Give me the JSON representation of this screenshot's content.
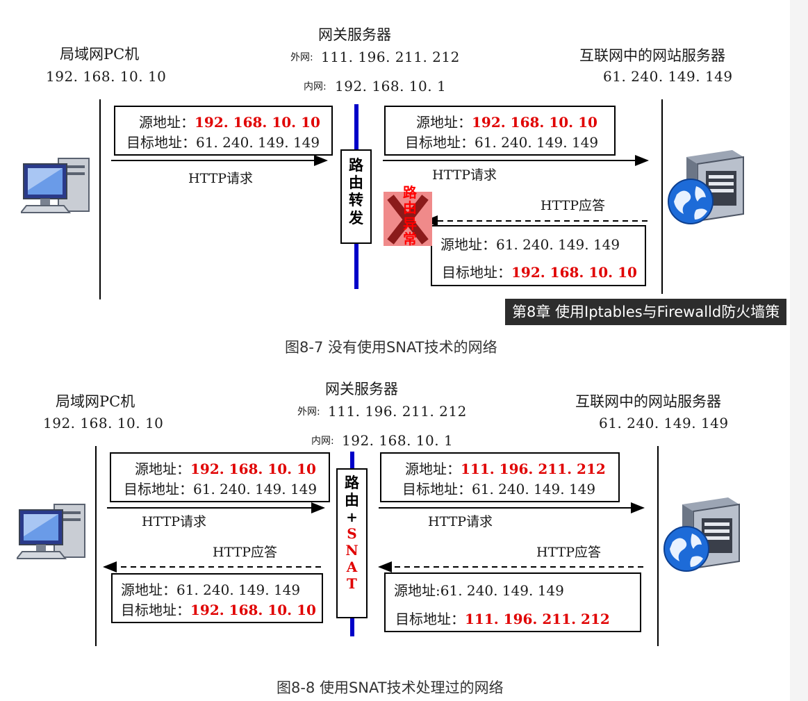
{
  "fig1": {
    "pc_title": "局域网PC机",
    "pc_ip": "192. 168. 10. 10",
    "gw_title": "网关服务器",
    "gw_wan_label": "外网:",
    "gw_wan_ip": "111. 196. 211. 212",
    "gw_lan_label": "内网:",
    "gw_lan_ip": "192. 168. 10. 1",
    "web_title": "互联网中的网站服务器",
    "web_ip": "61. 240. 149. 149",
    "box_left": {
      "src_label": "源地址：",
      "src": "192. 168. 10. 10",
      "dst_label": "目标地址：",
      "dst": "61. 240. 149. 149"
    },
    "box_right_top": {
      "src_label": "源地址：",
      "src": "192. 168. 10. 10",
      "dst_label": "目标地址：",
      "dst": "61. 240. 149. 149"
    },
    "box_right_bottom": {
      "src_label": "源地址：",
      "src": "61. 240. 149. 149",
      "dst_label": "目标地址：",
      "dst": "192. 168. 10. 10"
    },
    "req_left": "HTTP请求",
    "req_right": "HTTP请求",
    "resp_right": "HTTP应答",
    "route_chars": [
      "路",
      "由",
      "转",
      "发"
    ],
    "error_chars": [
      "路",
      "由",
      "异",
      "常"
    ],
    "caption": "图8-7  没有使用SNAT技术的网络"
  },
  "watermark": "第8章 使用Iptables与Firewalld防火墙策",
  "fig2": {
    "pc_title": "局域网PC机",
    "pc_ip": "192. 168. 10. 10",
    "gw_title": "网关服务器",
    "gw_wan_label": "外网:",
    "gw_wan_ip": "111. 196. 211. 212",
    "gw_lan_label": "内网:",
    "gw_lan_ip": "192. 168. 10. 1",
    "web_title": "互联网中的网站服务器",
    "web_ip": "61. 240. 149. 149",
    "box_left_top": {
      "src_label": "源地址：",
      "src": "192. 168. 10. 10",
      "dst_label": "目标地址：",
      "dst": "61. 240. 149. 149"
    },
    "box_left_bottom": {
      "src_label": "源地址：",
      "src": "61. 240. 149. 149",
      "dst_label": "目标地址：",
      "dst": "192. 168. 10. 10"
    },
    "box_right_top": {
      "src_label": "源地址：",
      "src": "111. 196. 211. 212",
      "dst_label": "目标地址：",
      "dst": "61. 240. 149. 149"
    },
    "box_right_bottom": {
      "src_label": "源地址:",
      "src": "61. 240. 149. 149",
      "dst_label": "目标地址：",
      "dst": "111. 196. 211. 212"
    },
    "req_left": "HTTP请求",
    "req_right": "HTTP请求",
    "resp_left": "HTTP应答",
    "resp_right": "HTTP应答",
    "route_chars": [
      "路",
      "由",
      "+",
      "S",
      "N",
      "A",
      "T"
    ],
    "caption": "图8-8  使用SNAT技术处理过的网络"
  },
  "colors": {
    "highlight": "#e00000",
    "gateway_line": "#0000c8",
    "error_x": "#8b1a1a",
    "error_bg": "#f08a8a"
  },
  "icons": {
    "pc": "desktop-computer-icon",
    "server": "web-server-globe-icon"
  }
}
